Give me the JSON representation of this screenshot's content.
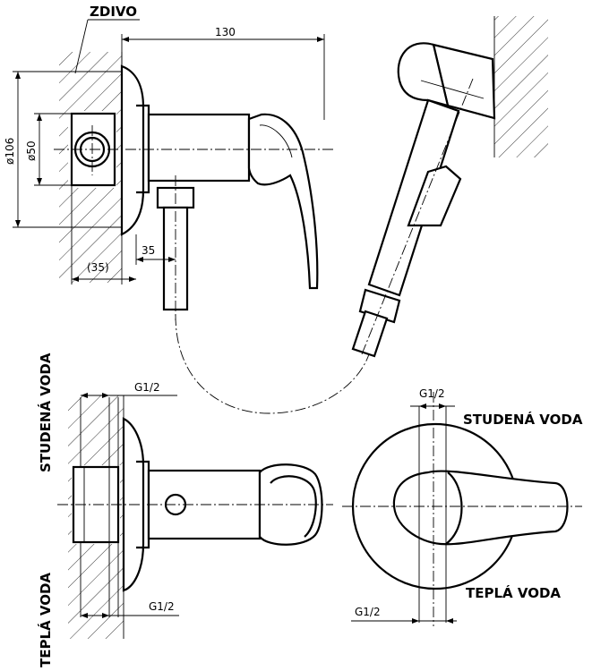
{
  "labels": {
    "wall": "ZDIVO",
    "cold_water_left": "STUDENÁ VODA",
    "hot_water_left": "TEPLÁ VODA",
    "cold_water_right": "STUDENÁ VODA",
    "hot_water_right": "TEPLÁ VODA"
  },
  "dimensions": {
    "overall_depth": "130",
    "outer_diameter": "ø106",
    "inner_diameter": "ø50",
    "pipe_offset": "35",
    "wall_offset": "(35)",
    "thread_top_left": "G1/2",
    "thread_bottom_left": "G1/2",
    "thread_top_right": "G1/2",
    "thread_bottom_right": "G1/2"
  }
}
